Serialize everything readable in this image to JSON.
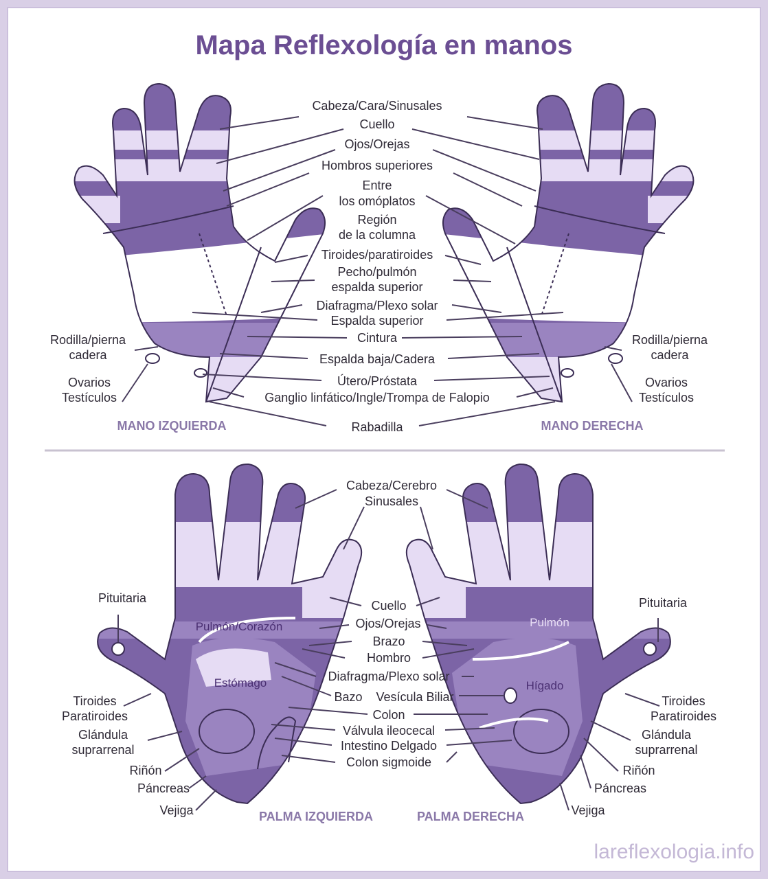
{
  "title": "Mapa Reflexología en manos",
  "watermark": "lareflexologia.info",
  "colors": {
    "dark": "#7c64a6",
    "mid": "#9a84c0",
    "light": "#e6dcf4",
    "title": "#6b4e93"
  },
  "top": {
    "left_caption": "MANO IZQUIERDA",
    "right_caption": "MANO DERECHA",
    "labels": {
      "cabeza": "Cabeza/Cara/Sinusales",
      "cuello": "Cuello",
      "ojos": "Ojos/Orejas",
      "hombros": "Hombros superiores",
      "entre_1": "Entre",
      "entre_2": "los omóplatos",
      "region_1": "Región",
      "region_2": "de la columna",
      "tiroides": "Tiroides/paratiroides",
      "pecho_1": "Pecho/pulmón",
      "pecho_2": "espalda superior",
      "diafragma": "Diafragma/Plexo solar",
      "espalda_sup": "Espalda superior",
      "cintura": "Cintura",
      "espalda_baja": "Espalda baja/Cadera",
      "utero": "Útero/Próstata",
      "ganglio": "Ganglio linfático/Ingle/Trompa de Falopio",
      "rabadilla": "Rabadilla",
      "rodilla_1": "Rodilla/pierna",
      "rodilla_2": "cadera",
      "ovarios_1": "Ovarios",
      "ovarios_2": "Testículos"
    }
  },
  "bottom": {
    "left_caption": "PALMA IZQUIERDA",
    "right_caption": "PALMA DERECHA",
    "labels": {
      "cabeza": "Cabeza/Cerebro",
      "sinusales": "Sinusales",
      "pituitaria": "Pituitaria",
      "cuello": "Cuello",
      "ojos": "Ojos/Orejas",
      "brazo": "Brazo",
      "hombro": "Hombro",
      "diafragma": "Diafragma/Plexo solar",
      "bazo": "Bazo",
      "vesicula": "Vesícula Biliar",
      "colon": "Colon",
      "valvula": "Válvula ileocecal",
      "intestino": "Intestino Delgado",
      "sigmoide": "Colon sigmoide",
      "tiroides_1": "Tiroides",
      "tiroides_2": "Paratiroides",
      "glandula_1": "Glándula",
      "glandula_2": "suprarrenal",
      "rinon": "Riñón",
      "pancreas": "Páncreas",
      "vejiga": "Vejiga",
      "pulmon_corazon": "Pulmón/Corazón",
      "estomago": "Estómago",
      "pulmon": "Pulmón",
      "higado": "Hígado"
    }
  }
}
